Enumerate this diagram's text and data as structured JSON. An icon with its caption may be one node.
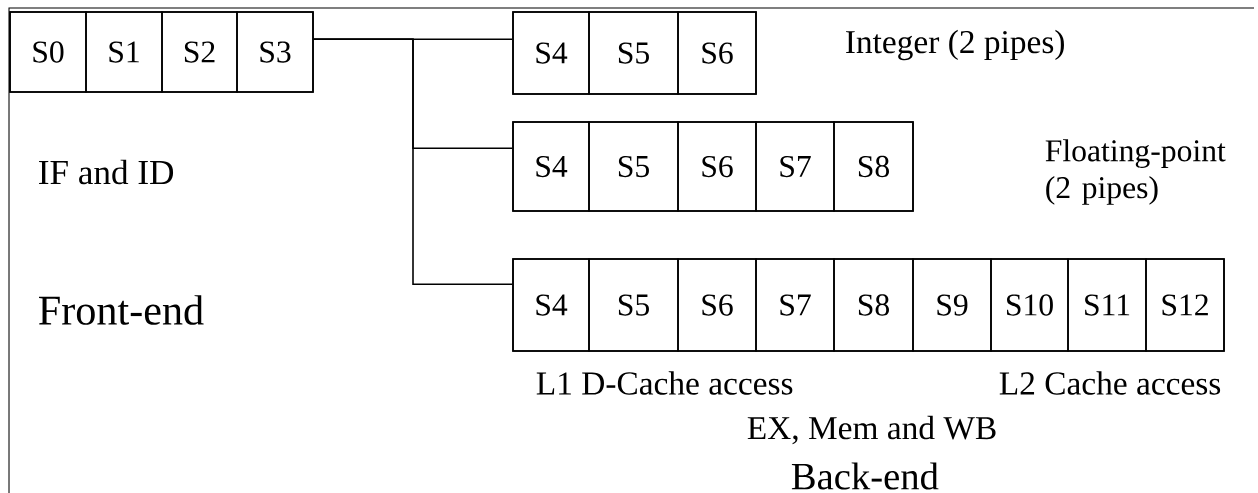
{
  "diagram": {
    "nodes": [
      {
        "text": [],
        "shape": "box"
      },
      {
        "text": [
          "S0"
        ],
        "in": 0
      },
      {
        "text": [
          "S1"
        ],
        "in": 0
      },
      {
        "text": [
          "S2"
        ],
        "in": 0
      },
      {
        "text": [
          "S3"
        ],
        "in": 0
      },
      {
        "text": [],
        "shape": "box"
      },
      {
        "text": [
          "S4"
        ],
        "in": 5
      },
      {
        "text": [
          "S5"
        ],
        "in": 5
      },
      {
        "text": [
          "S6"
        ],
        "in": 5
      },
      {
        "text": [],
        "shape": "box"
      },
      {
        "text": [
          "S4"
        ],
        "in": 9
      },
      {
        "text": [
          "S5"
        ],
        "in": 9
      },
      {
        "text": [
          "S6"
        ],
        "in": 9
      },
      {
        "text": [
          "S7"
        ],
        "in": 9
      },
      {
        "text": [
          "S8"
        ],
        "in": 9
      },
      {
        "text": [],
        "shape": "box"
      },
      {
        "text": [
          "S4"
        ],
        "in": 15
      },
      {
        "text": [
          "S5"
        ],
        "in": 15
      },
      {
        "text": [
          "S6"
        ],
        "in": 15
      },
      {
        "text": [
          "S7"
        ],
        "in": 15
      },
      {
        "text": [
          "S8"
        ],
        "in": 15
      },
      {
        "text": [
          "S9"
        ],
        "in": 15
      },
      {
        "text": [
          "S10"
        ],
        "in": 15
      },
      {
        "text": [
          "S11"
        ],
        "in": 15
      },
      {
        "text": [
          "S12"
        ],
        "in": 15
      }
    ],
    "edges": [
      {
        "from": 0,
        "to": 5,
        "arrow": "none"
      },
      {
        "from": 0,
        "to": 9,
        "arrow": "none"
      },
      {
        "from": 0,
        "to": 15,
        "arrow": "none"
      }
    ],
    "labels": [
      "Integer (2 pipes)",
      "IF and ID",
      "Floating-point (2 pipes)",
      "Front-end",
      "L1 D-Cache access",
      "L2 Cache access",
      "EX, Mem and WB",
      "Back-end"
    ]
  }
}
